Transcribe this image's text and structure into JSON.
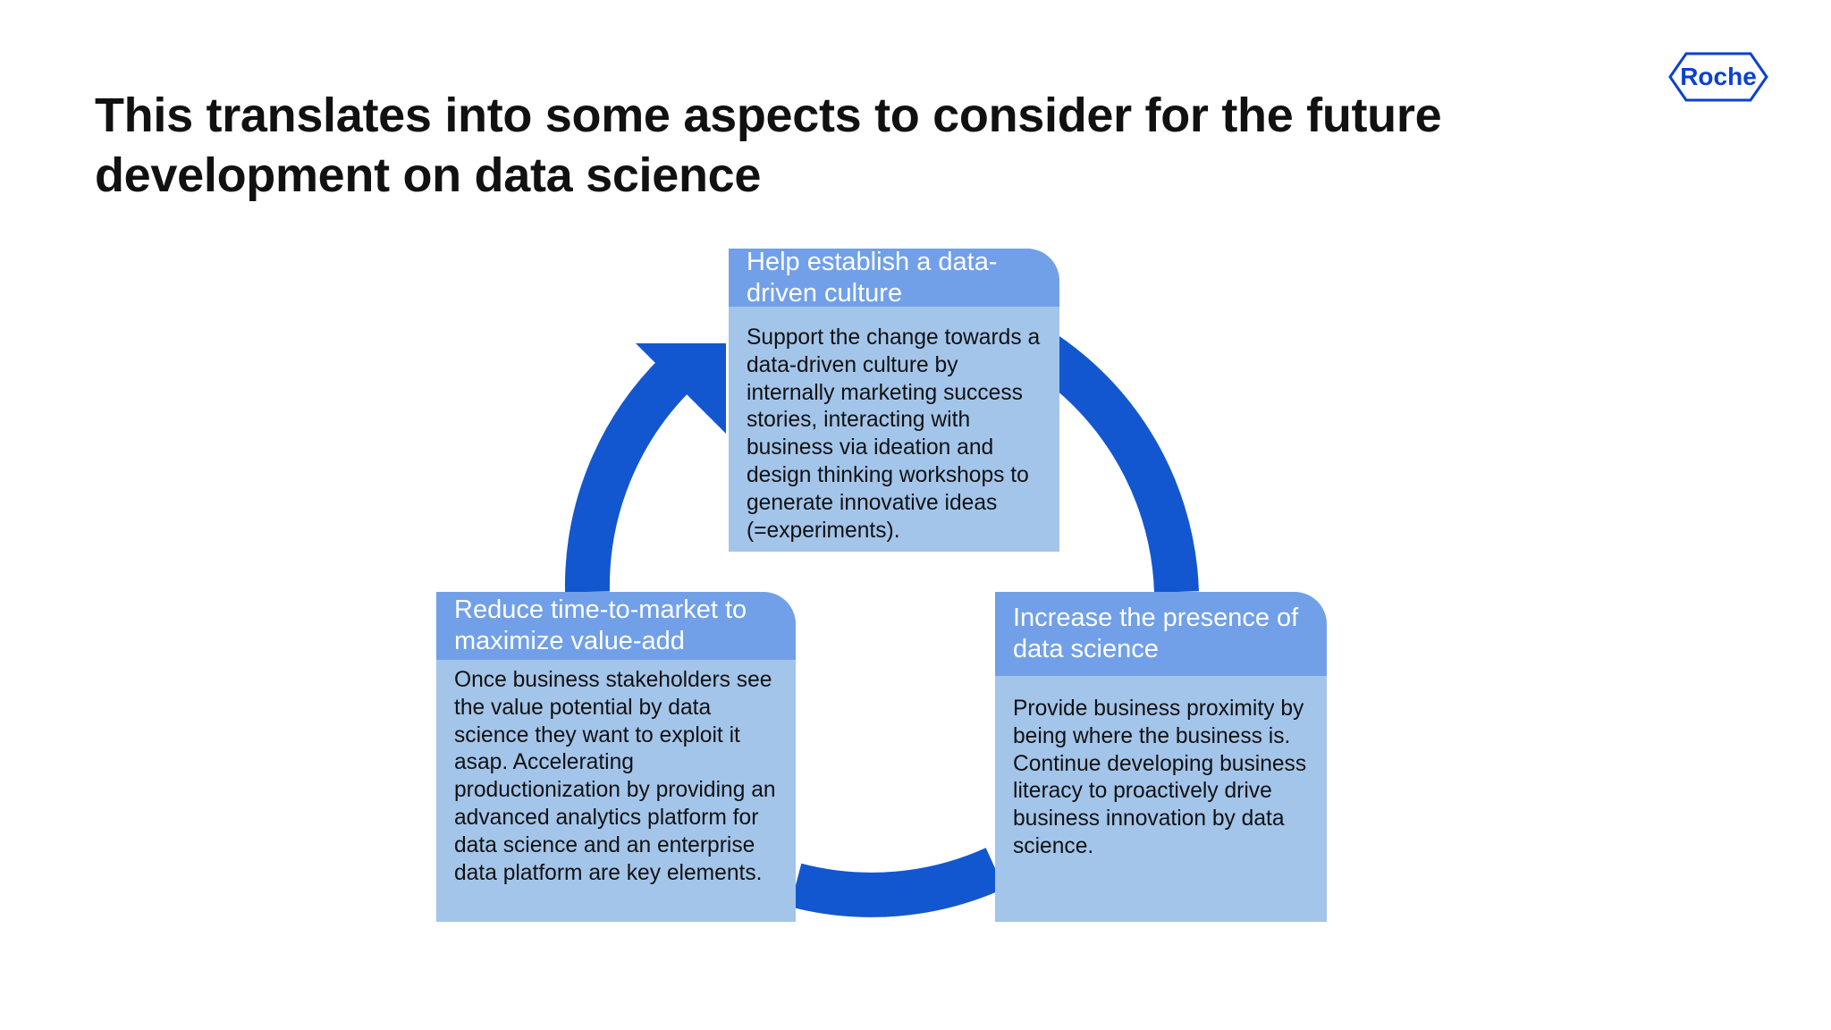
{
  "slide": {
    "title": "This translates into some aspects to consider for the future development on data science"
  },
  "logo": {
    "text": "Roche",
    "color": "#0b41cd"
  },
  "colors": {
    "cycle_arrow": "#1257cf",
    "box_header": "#71a0e8",
    "box_body": "#a3c5ea"
  },
  "boxes": {
    "top": {
      "heading": "Help establish a data-driven culture",
      "body": "Support the change towards a data-driven culture by internally marketing success stories, interacting with business via ideation and design thinking workshops to generate innovative ideas (=experiments)."
    },
    "left": {
      "heading": "Reduce time-to-market to maximize value-add",
      "body": "Once business stakeholders see the value potential by data science they want to exploit it asap. Accelerating productionization by providing an advanced analytics platform for data science and an enterprise data platform are key elements."
    },
    "right": {
      "heading": "Increase the presence of data science",
      "body": "Provide business proximity by being where the business is. Continue developing business literacy to proactively drive business innovation by data science."
    }
  }
}
